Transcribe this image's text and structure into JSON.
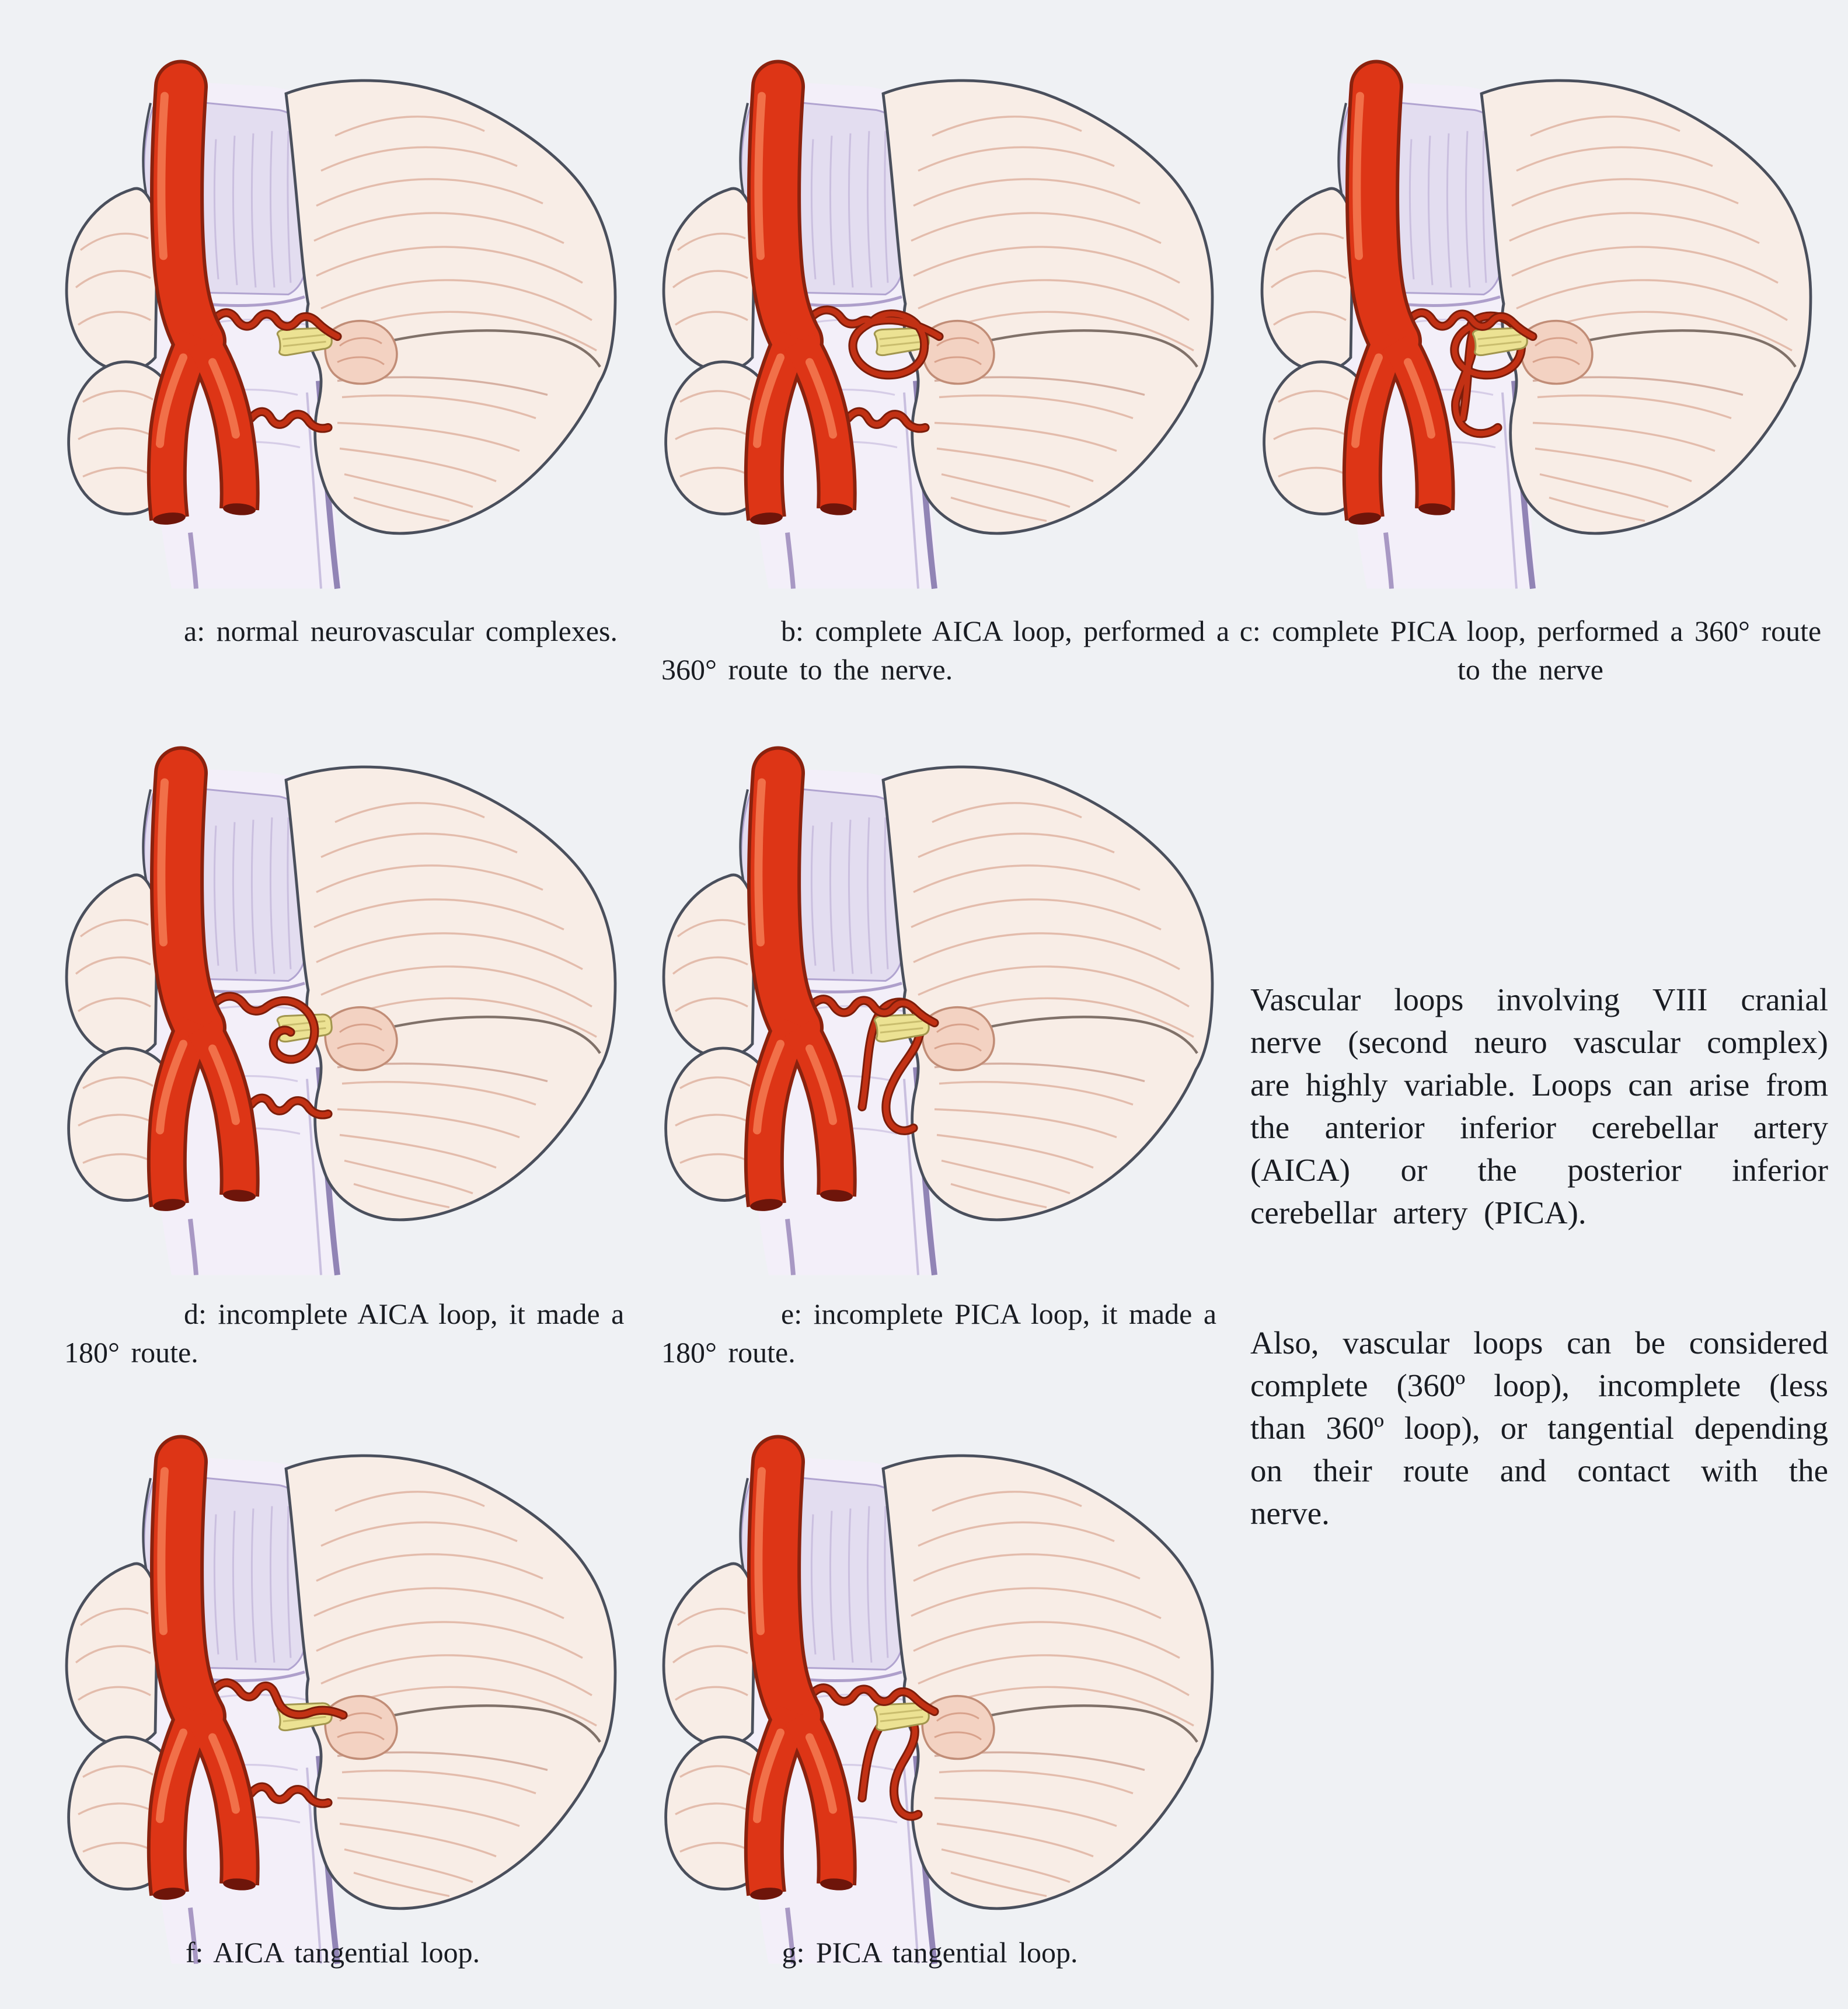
{
  "figure": {
    "title": "Vascular loops of AICA and PICA at the VIII cranial nerve",
    "subject": "second neurovascular complex"
  },
  "colors": {
    "background": "#eff1f4",
    "text": "#191c22",
    "artery_red": "#dd3516",
    "artery_dark": "#8a220e",
    "thin_vessel_red": "#c23114",
    "nerve_yellow": "#ece293",
    "brainstem_lavender": "#e3ddf0",
    "cerebellum_cream": "#f8ede6",
    "outline_dark": "#4a4f5c"
  },
  "panels": [
    {
      "label": "a",
      "caption": "a: normal neurovascular complexes.",
      "artery": null,
      "loop": "none",
      "aica": "normal",
      "pica": "normal"
    },
    {
      "label": "b",
      "caption": "b: complete AICA loop, performed a 360° route to the nerve.",
      "artery": "AICA",
      "loop": "complete-360",
      "aica": "loop360",
      "pica": "normal"
    },
    {
      "label": "c",
      "caption": "c: complete PICA loop, performed a 360° route to the nerve",
      "artery": "PICA",
      "loop": "complete-360",
      "aica": "normal",
      "pica": "loop360"
    },
    {
      "label": "d",
      "caption": "d: incomplete AICA loop, it made a 180° route.",
      "artery": "AICA",
      "loop": "incomplete-180",
      "aica": "loop180",
      "pica": "normal"
    },
    {
      "label": "e",
      "caption": "e: incomplete PICA loop, it made a 180° route.",
      "artery": "PICA",
      "loop": "incomplete-180",
      "aica": "normal",
      "pica": "loop180"
    },
    {
      "label": "f",
      "caption": "f: AICA tangential loop.",
      "artery": "AICA",
      "loop": "tangential",
      "aica": "tangential",
      "pica": "normal"
    },
    {
      "label": "g",
      "caption": "g: PICA tangential loop.",
      "artery": "PICA",
      "loop": "tangential",
      "aica": "normal",
      "pica": "tangential"
    }
  ],
  "side_text": {
    "paragraph_1": "Vascular loops involving VIII cranial nerve (second neuro vascular complex) are highly variable. Loops can arise from the anterior inferior cerebellar artery (AICA) or the posterior inferior cerebellar artery (PICA).",
    "paragraph_2": "Also, vascular loops can be considered complete (360º loop), incomplete (less than 360º loop), or tangential depending on their route and contact with the nerve."
  }
}
